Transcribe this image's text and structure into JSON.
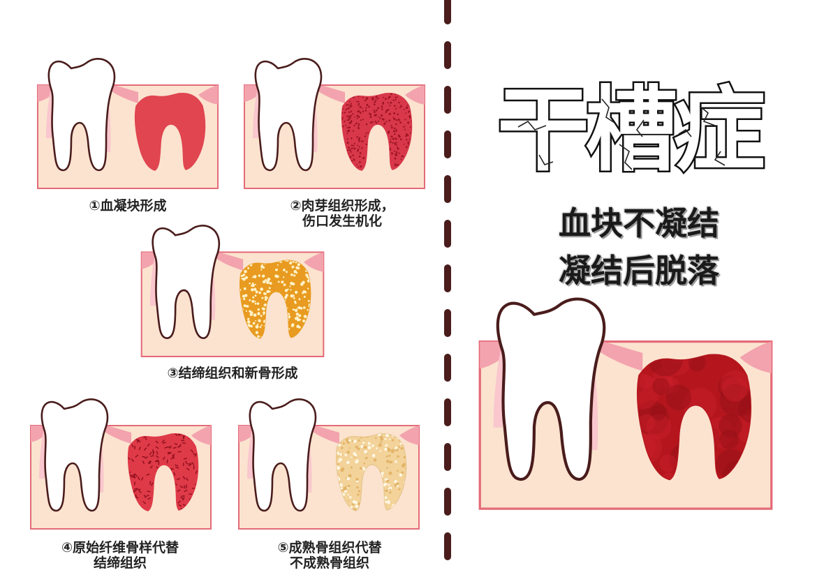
{
  "title": "干槽症",
  "subtitle_lines": [
    "血块不凝结",
    "凝结后脱落"
  ],
  "stages": [
    {
      "label_line1": "①血凝块形成",
      "label_line2": ""
    },
    {
      "label_line1": "②肉芽组织形成，",
      "label_line2": "伤口发生机化"
    },
    {
      "label_line1": "③结缔组织和新骨形成",
      "label_line2": ""
    },
    {
      "label_line1": "④原始纤维骨样代替",
      "label_line2": "结缔组织"
    },
    {
      "label_line1": "⑤成熟骨组织代替",
      "label_line2": "不成熟骨组织"
    }
  ],
  "colors": {
    "bone": "#fbe3cf",
    "gum": "#f3a3ae",
    "gum_light": "#f9c7cd",
    "border": "#e46a78",
    "tooth_outline": "#4a1c1c",
    "clot_red": "#e04550",
    "granulation": "#d8384a",
    "connective": "#e89b20",
    "osteoid": "#df3a48",
    "mature_bone": "#f3d39a",
    "dry_socket": "#b5161e",
    "divider": "#4a1c1c"
  }
}
